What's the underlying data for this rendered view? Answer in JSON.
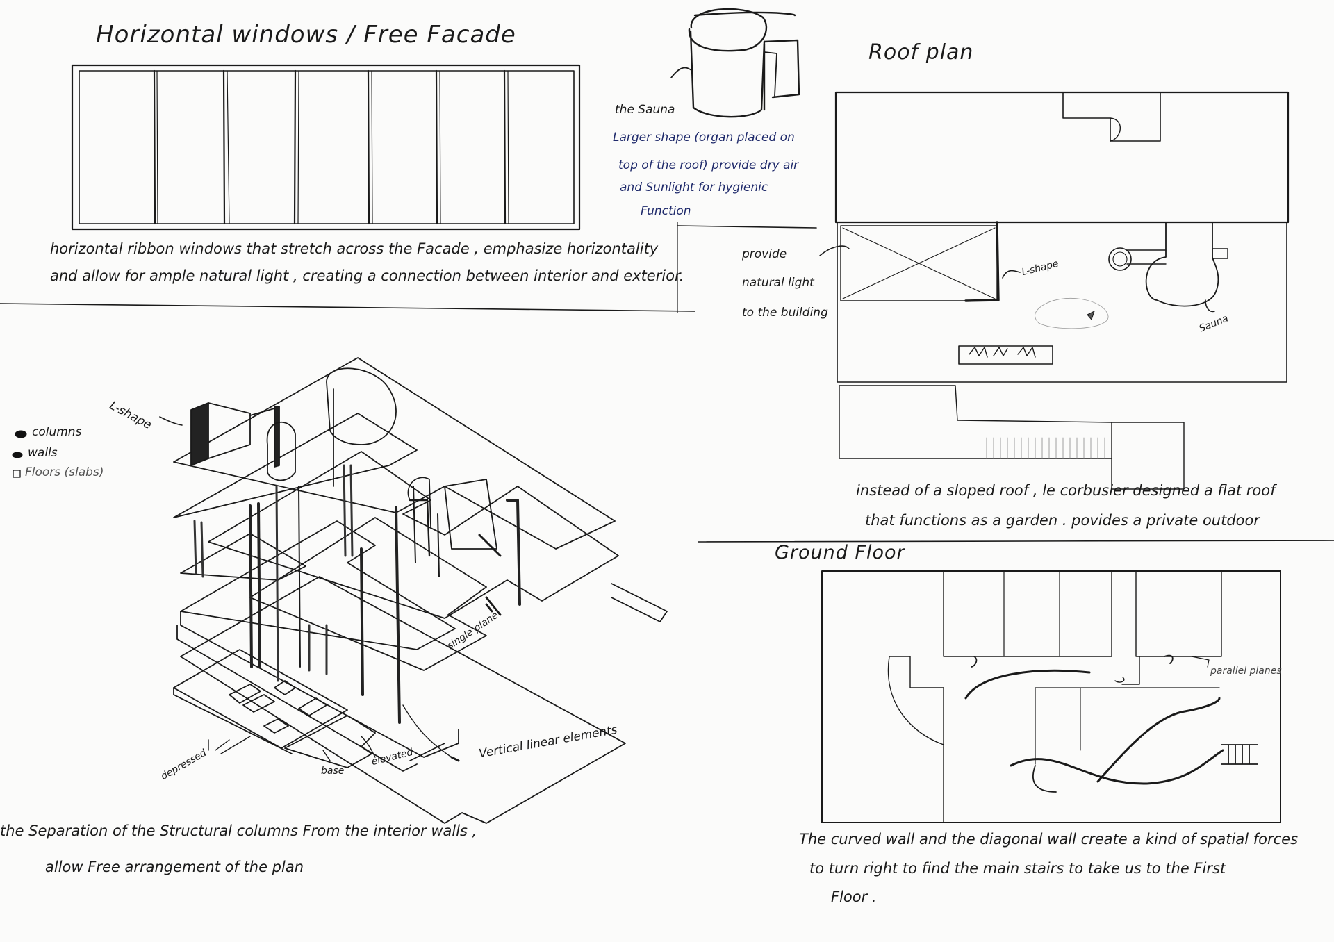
{
  "facade": {
    "title": "Horizontal windows / Free Facade",
    "note_line1": "horizontal ribbon windows that stretch across the Facade , emphasize horizontality",
    "note_line2": "and allow for ample natural light , creating a connection between interior and exterior."
  },
  "sauna": {
    "label": "the Sauna",
    "note_line1": "Larger shape (organ placed on",
    "note_line2": "top of the roof) provide dry air",
    "note_line3": "and Sunlight for hygienic",
    "note_line4": "Function"
  },
  "roof": {
    "title": "Roof plan",
    "light_note_line1": "provide",
    "light_note_line2": "natural light",
    "light_note_line3": "to the building",
    "lshape_label": "L-shape",
    "sauna_label": "Sauna",
    "note_line1": "instead of a sloped roof , le corbusier designed a flat roof",
    "note_line2": "that functions as a garden . povides a private outdoor"
  },
  "axo": {
    "lshape_label": "L-shape",
    "single_plane_label": "single plane",
    "depressed_label": "depressed",
    "base_label": "base",
    "elevated_label": "elevated",
    "vertical_label": "Vertical linear elements",
    "note_line1": "the Separation of the Structural columns From the interior walls ,",
    "note_line2": "allow Free arrangement of the plan"
  },
  "legend": {
    "columns": "columns",
    "walls": "walls",
    "floors": "Floors (slabs)"
  },
  "ground": {
    "title": "Ground Floor",
    "parallel_label": "parallel planes",
    "note_line1": "The curved wall and the diagonal wall create a kind of spatial forces",
    "note_line2": "to turn right to find the main stairs to take us to the First",
    "note_line3": "Floor ."
  }
}
